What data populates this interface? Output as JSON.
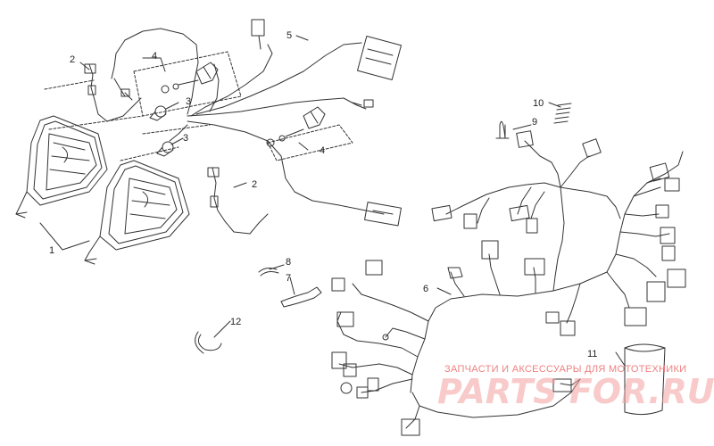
{
  "callouts": {
    "c1": "1",
    "c2a": "2",
    "c2b": "2",
    "c3a": "3",
    "c3b": "3",
    "c4a": "4",
    "c4b": "4",
    "c5": "5",
    "c6": "6",
    "c7": "7",
    "c8": "8",
    "c9": "9",
    "c10": "10",
    "c11": "11",
    "c12": "12"
  },
  "watermark": {
    "text": "ЗАПЧАСТИ И АКСЕССУАРЫ ДЛЯ МОТОТЕХНИКИ",
    "logo": "PARTS FOR.RU"
  },
  "colors": {
    "line": "#333333",
    "watermark": "#ee8080"
  }
}
